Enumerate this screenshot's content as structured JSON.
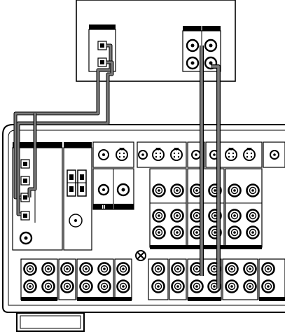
{
  "diagram": {
    "panel_labels": {
      "input_roman_two": "II"
    },
    "source_device": {
      "optical_jacks": 2,
      "audio_jack_pairs": 2
    },
    "receiver": {
      "optical_inputs": 4,
      "video_jack_rows": 3,
      "bottom_audio_rows": 2
    },
    "cables": [
      {
        "type": "optical",
        "from": "source-optical-1",
        "to": "receiver-optical-3"
      },
      {
        "type": "optical",
        "from": "source-optical-2",
        "to": "receiver-optical-4"
      },
      {
        "type": "analog-audio",
        "from": "source-audio-left",
        "to": "receiver-audio-in"
      },
      {
        "type": "analog-audio",
        "from": "source-audio-right",
        "to": "receiver-audio-in"
      }
    ],
    "colors": {
      "line": "#000000",
      "cable": "#7a7a7a",
      "panel": "#ffffff",
      "label_bar": "#000000"
    }
  }
}
